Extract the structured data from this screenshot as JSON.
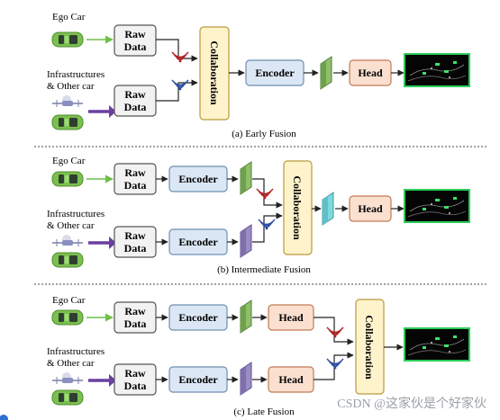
{
  "colors": {
    "raw_fill": "#f2f2f2",
    "raw_stroke": "#555555",
    "encoder_fill": "#dbe7f4",
    "encoder_stroke": "#6f8fb0",
    "collab_fill": "#fff3cc",
    "collab_stroke": "#b89b3a",
    "head_fill": "#fbe0d0",
    "head_stroke": "#c27a55",
    "feature_green": "#8fbf6a",
    "feature_purple": "#9b8cc4",
    "feature_cyan": "#7fd8e0",
    "arrow_green": "#6fbf4a",
    "arrow_purple": "#6a3fa0",
    "signal_red": "#b22222",
    "signal_blue": "#2f4fa0",
    "car_green": "#7bbf4f"
  },
  "labels": {
    "ego_car": "Ego Car",
    "infra_line1": "Infrastructures",
    "infra_line2": "& Other car",
    "raw_line1": "Raw",
    "raw_line2": "Data",
    "encoder": "Encoder",
    "head": "Head",
    "collaboration": "Collaboration"
  },
  "panels": [
    {
      "id": "early",
      "caption": "(a) Early Fusion"
    },
    {
      "id": "intermediate",
      "caption": "(b) Intermediate Fusion"
    },
    {
      "id": "late",
      "caption": "(c) Late Fusion"
    }
  ],
  "watermark": "CSDN @这家伙是个好家伙",
  "icons": [
    "car-icon",
    "drone-icon",
    "lidar-view-icon",
    "signal-icon",
    "feature-map-icon"
  ]
}
